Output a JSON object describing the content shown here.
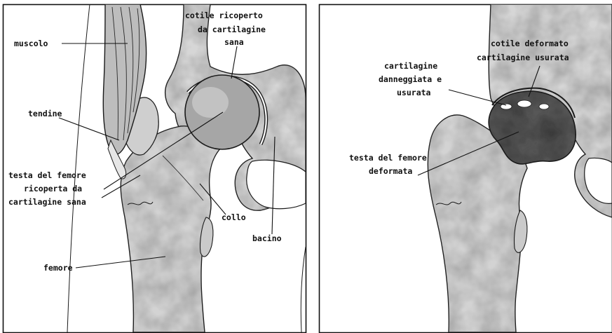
{
  "healthy_hip": {
    "labels": {
      "muscolo": "muscolo",
      "cotile_line1": "cotile ricoperto",
      "cotile_line2": "da cartilagine",
      "cotile_line3": "sana",
      "tendine": "tendine",
      "testa_line1": "testa del femore",
      "testa_line2": "ricoperta da",
      "testa_line3": "cartilagine sana",
      "collo": "collo",
      "bacino": "bacino",
      "femore": "femore"
    }
  },
  "damaged_hip": {
    "labels": {
      "cotile_line1": "cotile deformato",
      "cotile_line2": "cartilagine usurata",
      "cartilagine_line1": "cartilagine",
      "cartilagine_line2": "danneggiata e",
      "cartilagine_line3": "usurata",
      "testa_line1": "testa del femore",
      "testa_line2": "deformata"
    }
  },
  "colors": {
    "bone_fill": "#d8d8d8",
    "bone_shade": "#9a9a9a",
    "femoral_head": "#a9a9a9",
    "damaged_head": "#5a5a5a",
    "outline": "#1a1a1a"
  }
}
